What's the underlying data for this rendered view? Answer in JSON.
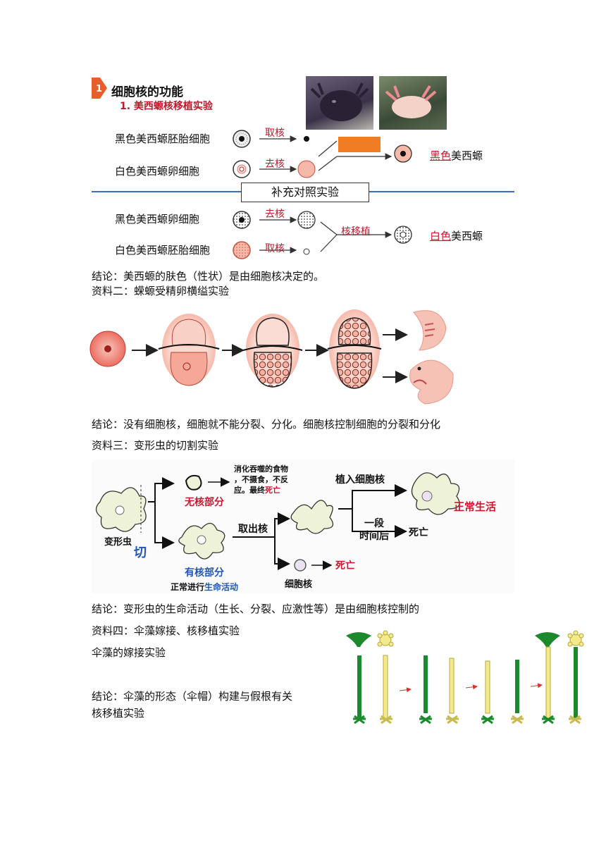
{
  "section1": {
    "badge": "1",
    "title": "细胞核的功能",
    "subtitle": "1. 美西螈核移植实验",
    "row1_label": "黑色美西螈胚胎细胞",
    "row2_label": "白色美西螈卵细胞",
    "arrow_take": "取核",
    "arrow_remove": "去核",
    "result_color": "黑色",
    "result_suffix": "美西螈",
    "control_banner": "补充对照实验",
    "row3_label": "黑色美西螈卵细胞",
    "row4_label": "白色美西螈胚胎细胞",
    "arrow_remove2": "去核",
    "arrow_take2": "取核",
    "arrow_transplant": "核移植",
    "result2_color": "白色",
    "result2_suffix": "美西螈"
  },
  "conclusion1": "结论：美西螈的肤色（性状）是由细胞核决定的。",
  "material2_title": "资料二：蝾螈受精卵横缢实验",
  "conclusion2": "结论：没有细胞核，细胞就不能分裂、分化。细胞核控制细胞的分裂和分化",
  "material3_title": "资料三：变形虫的切割实验",
  "amoeba": {
    "name": "变形虫",
    "cut": "切",
    "no_nucleus_part": "无核部分",
    "digest_line1": "消化吞噬的食物",
    "digest_line2": "，不摄食，不反",
    "digest_line3a": "应。最终",
    "digest_line3b": "死亡",
    "nucleus_part": "有核部分",
    "normal_prefix": "正常进行",
    "normal_life": "生命活动",
    "extract": "取出核",
    "implant": "植入细胞核",
    "normal_living": "正常生活",
    "after_line1": "一段",
    "after_line2": "时间后",
    "death1": "死亡",
    "nucleus": "细胞核",
    "death2": "死亡"
  },
  "conclusion3": "结论：变形虫的生命活动（生长、分裂、应激性等）是由细胞核控制的",
  "material4_title": "资料四：伞藻嫁接、核移植实验",
  "graft_title": "伞藻的嫁接实验",
  "conclusion4": "结论：伞藻的形态（伞帽）构建与假根有关",
  "transplant_title": "核移植实验"
}
